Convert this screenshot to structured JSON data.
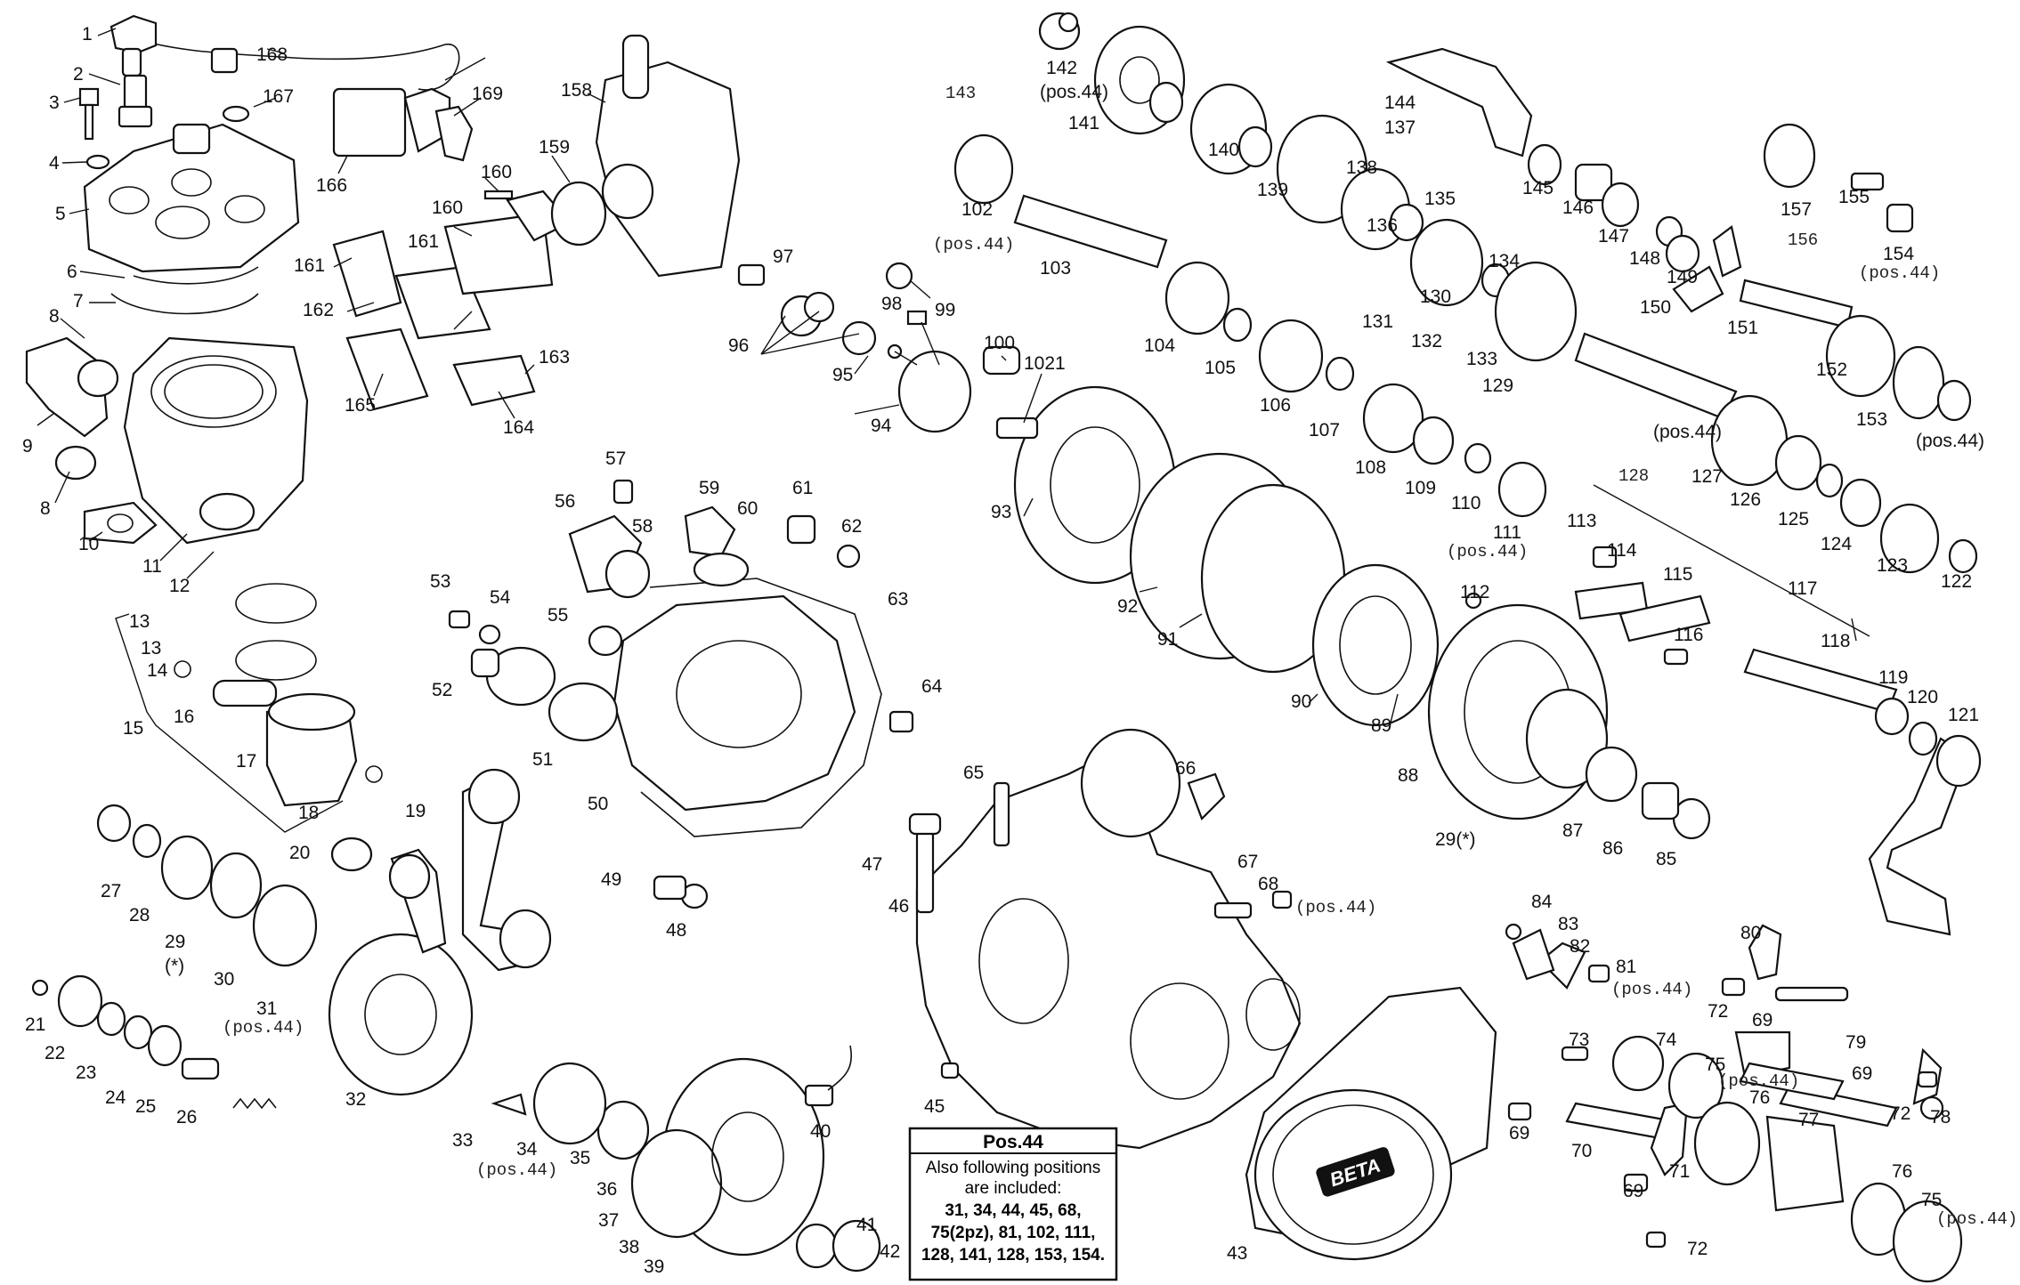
{
  "brand_logo_text": "BETA",
  "note": {
    "title": "Pos.44",
    "lines": [
      "Also following positions",
      "are included:"
    ],
    "bold_lines": [
      "31, 34, 44, 45, 68,",
      "75(2pz), 81, 102, 111,",
      "128, 141, 128, 153, 154."
    ]
  },
  "parts": [
    {
      "num": "1"
    },
    {
      "num": "2"
    },
    {
      "num": "3"
    },
    {
      "num": "4"
    },
    {
      "num": "5"
    },
    {
      "num": "6"
    },
    {
      "num": "7"
    },
    {
      "num": "8"
    },
    {
      "num": "8"
    },
    {
      "num": "9"
    },
    {
      "num": "10"
    },
    {
      "num": "11"
    },
    {
      "num": "12"
    },
    {
      "num": "13"
    },
    {
      "num": "13"
    },
    {
      "num": "14"
    },
    {
      "num": "15"
    },
    {
      "num": "16"
    },
    {
      "num": "17"
    },
    {
      "num": "18"
    },
    {
      "num": "19"
    },
    {
      "num": "20"
    },
    {
      "num": "21"
    },
    {
      "num": "22"
    },
    {
      "num": "23"
    },
    {
      "num": "24"
    },
    {
      "num": "25"
    },
    {
      "num": "26"
    },
    {
      "num": "27"
    },
    {
      "num": "28"
    },
    {
      "num": "29"
    },
    {
      "num": "(*)"
    },
    {
      "num": "30"
    },
    {
      "num": "31"
    },
    {
      "num": "(pos.44)",
      "pos": true
    },
    {
      "num": "32"
    },
    {
      "num": "33"
    },
    {
      "num": "34"
    },
    {
      "num": "(pos.44)",
      "pos": true
    },
    {
      "num": "35"
    },
    {
      "num": "36"
    },
    {
      "num": "37"
    },
    {
      "num": "38"
    },
    {
      "num": "39"
    },
    {
      "num": "40"
    },
    {
      "num": "41"
    },
    {
      "num": "42"
    },
    {
      "num": "43"
    },
    {
      "num": "45"
    },
    {
      "num": "46"
    },
    {
      "num": "47"
    },
    {
      "num": "48"
    },
    {
      "num": "49"
    },
    {
      "num": "50"
    },
    {
      "num": "51"
    },
    {
      "num": "52"
    },
    {
      "num": "53"
    },
    {
      "num": "54"
    },
    {
      "num": "55"
    },
    {
      "num": "56"
    },
    {
      "num": "57"
    },
    {
      "num": "58"
    },
    {
      "num": "59"
    },
    {
      "num": "60"
    },
    {
      "num": "61"
    },
    {
      "num": "62"
    },
    {
      "num": "63"
    },
    {
      "num": "64"
    },
    {
      "num": "65"
    },
    {
      "num": "66"
    },
    {
      "num": "67"
    },
    {
      "num": "68"
    },
    {
      "num": "(pos.44)",
      "pos": true
    },
    {
      "num": "69"
    },
    {
      "num": "69"
    },
    {
      "num": "69"
    },
    {
      "num": "69"
    },
    {
      "num": "70"
    },
    {
      "num": "71"
    },
    {
      "num": "72"
    },
    {
      "num": "72"
    },
    {
      "num": "72"
    },
    {
      "num": "73"
    },
    {
      "num": "74"
    },
    {
      "num": "75"
    },
    {
      "num": "(pos.44)",
      "pos": true
    },
    {
      "num": "75"
    },
    {
      "num": "(pos.44)",
      "pos": true
    },
    {
      "num": "76"
    },
    {
      "num": "76"
    },
    {
      "num": "77"
    },
    {
      "num": "78"
    },
    {
      "num": "79"
    },
    {
      "num": "80"
    },
    {
      "num": "81"
    },
    {
      "num": "(pos.44)",
      "pos": true
    },
    {
      "num": "82"
    },
    {
      "num": "83"
    },
    {
      "num": "84"
    },
    {
      "num": "85"
    },
    {
      "num": "86"
    },
    {
      "num": "87"
    },
    {
      "num": "88"
    },
    {
      "num": "29(*)"
    },
    {
      "num": "89"
    },
    {
      "num": "90"
    },
    {
      "num": "91"
    },
    {
      "num": "92"
    },
    {
      "num": "93"
    },
    {
      "num": "94"
    },
    {
      "num": "95"
    },
    {
      "num": "96"
    },
    {
      "num": "97"
    },
    {
      "num": "98"
    },
    {
      "num": "99"
    },
    {
      "num": "100"
    },
    {
      "num": "1021"
    },
    {
      "num": "102"
    },
    {
      "num": "(pos.44)",
      "pos": true
    },
    {
      "num": "103"
    },
    {
      "num": "104"
    },
    {
      "num": "105"
    },
    {
      "num": "106"
    },
    {
      "num": "107"
    },
    {
      "num": "108"
    },
    {
      "num": "109"
    },
    {
      "num": "110"
    },
    {
      "num": "111"
    },
    {
      "num": "(pos.44)",
      "pos": true
    },
    {
      "num": "112"
    },
    {
      "num": "113"
    },
    {
      "num": "114"
    },
    {
      "num": "115"
    },
    {
      "num": "116"
    },
    {
      "num": "117"
    },
    {
      "num": "118"
    },
    {
      "num": "119"
    },
    {
      "num": "120"
    },
    {
      "num": "121"
    },
    {
      "num": "122"
    },
    {
      "num": "123"
    },
    {
      "num": "124"
    },
    {
      "num": "125"
    },
    {
      "num": "126"
    },
    {
      "num": "127"
    },
    {
      "num": "128"
    },
    {
      "num": "(pos.44)",
      "pos": true
    },
    {
      "num": "129"
    },
    {
      "num": "130"
    },
    {
      "num": "131"
    },
    {
      "num": "132"
    },
    {
      "num": "133"
    },
    {
      "num": "134"
    },
    {
      "num": "135"
    },
    {
      "num": "136"
    },
    {
      "num": "137"
    },
    {
      "num": "138"
    },
    {
      "num": "139"
    },
    {
      "num": "140"
    },
    {
      "num": "141"
    },
    {
      "num": "(pos.44)",
      "pos": true
    },
    {
      "num": "142"
    },
    {
      "num": "143"
    },
    {
      "num": "144"
    },
    {
      "num": "145"
    },
    {
      "num": "146"
    },
    {
      "num": "147"
    },
    {
      "num": "148"
    },
    {
      "num": "149"
    },
    {
      "num": "150"
    },
    {
      "num": "151"
    },
    {
      "num": "152"
    },
    {
      "num": "153"
    },
    {
      "num": "(pos.44)",
      "pos": true
    },
    {
      "num": "154"
    },
    {
      "num": "(pos.44)",
      "pos": true
    },
    {
      "num": "155"
    },
    {
      "num": "156"
    },
    {
      "num": "157"
    },
    {
      "num": "158"
    },
    {
      "num": "159"
    },
    {
      "num": "160"
    },
    {
      "num": "160"
    },
    {
      "num": "161"
    },
    {
      "num": "161"
    },
    {
      "num": "162"
    },
    {
      "num": "163"
    },
    {
      "num": "164"
    },
    {
      "num": "165"
    },
    {
      "num": "166"
    },
    {
      "num": "167"
    },
    {
      "num": "168"
    },
    {
      "num": "169"
    }
  ]
}
